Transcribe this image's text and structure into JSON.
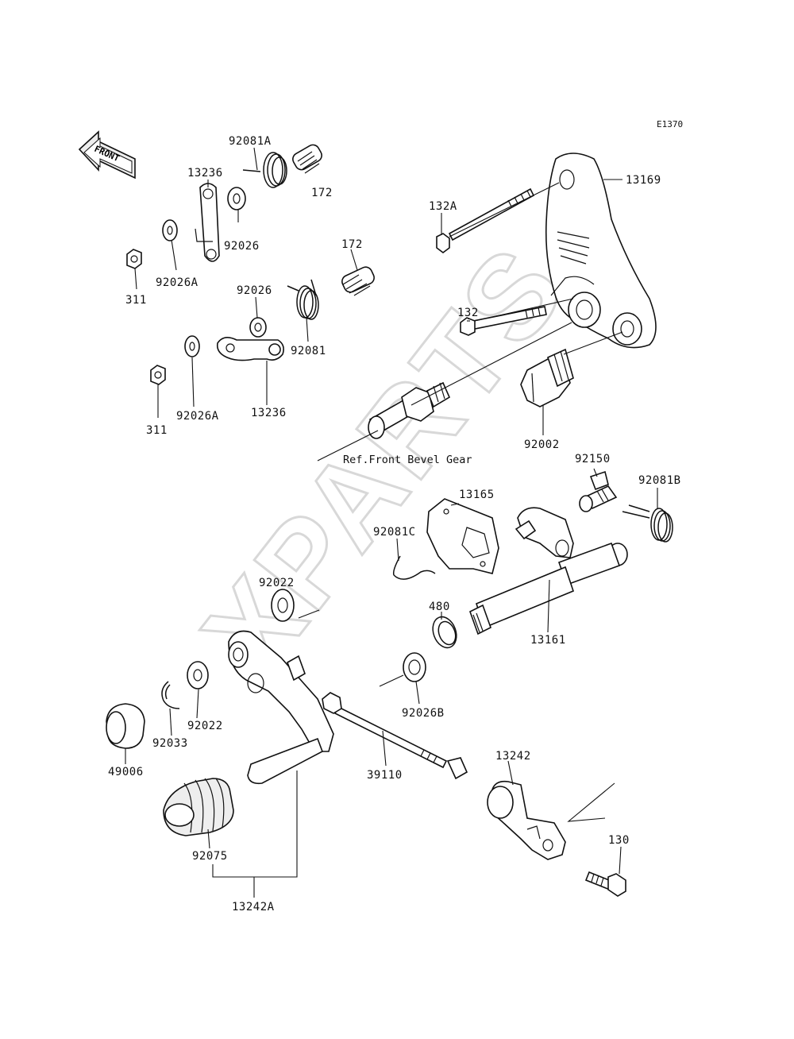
{
  "diagram_code": "E1370",
  "front_arrow": {
    "label": "FRONT",
    "icon": "front-arrow-icon"
  },
  "watermark": "XPARTS",
  "reference_note": "Ref.Front Bevel Gear",
  "labels": {
    "p92081A": "92081A",
    "p172_top": "172",
    "p13236_top": "13236",
    "p92026_top": "92026",
    "p92026A_top": "92026A",
    "p311_top": "311",
    "p172_mid": "172",
    "p92026_mid": "92026",
    "p92081": "92081",
    "p92026A_bot": "92026A",
    "p311_bot": "311",
    "p13236_bot": "13236",
    "p132A": "132A",
    "p13169": "13169",
    "p132": "132",
    "p92002": "92002",
    "p92150": "92150",
    "p92081B": "92081B",
    "p13165": "13165",
    "p92081C": "92081C",
    "p92022_top": "92022",
    "p480": "480",
    "p13161": "13161",
    "p92022_left": "92022",
    "p92033": "92033",
    "p49006": "49006",
    "p92026B": "92026B",
    "p39110": "39110",
    "p13242": "13242",
    "p130": "130",
    "p92075": "92075",
    "p13242A": "13242A"
  }
}
